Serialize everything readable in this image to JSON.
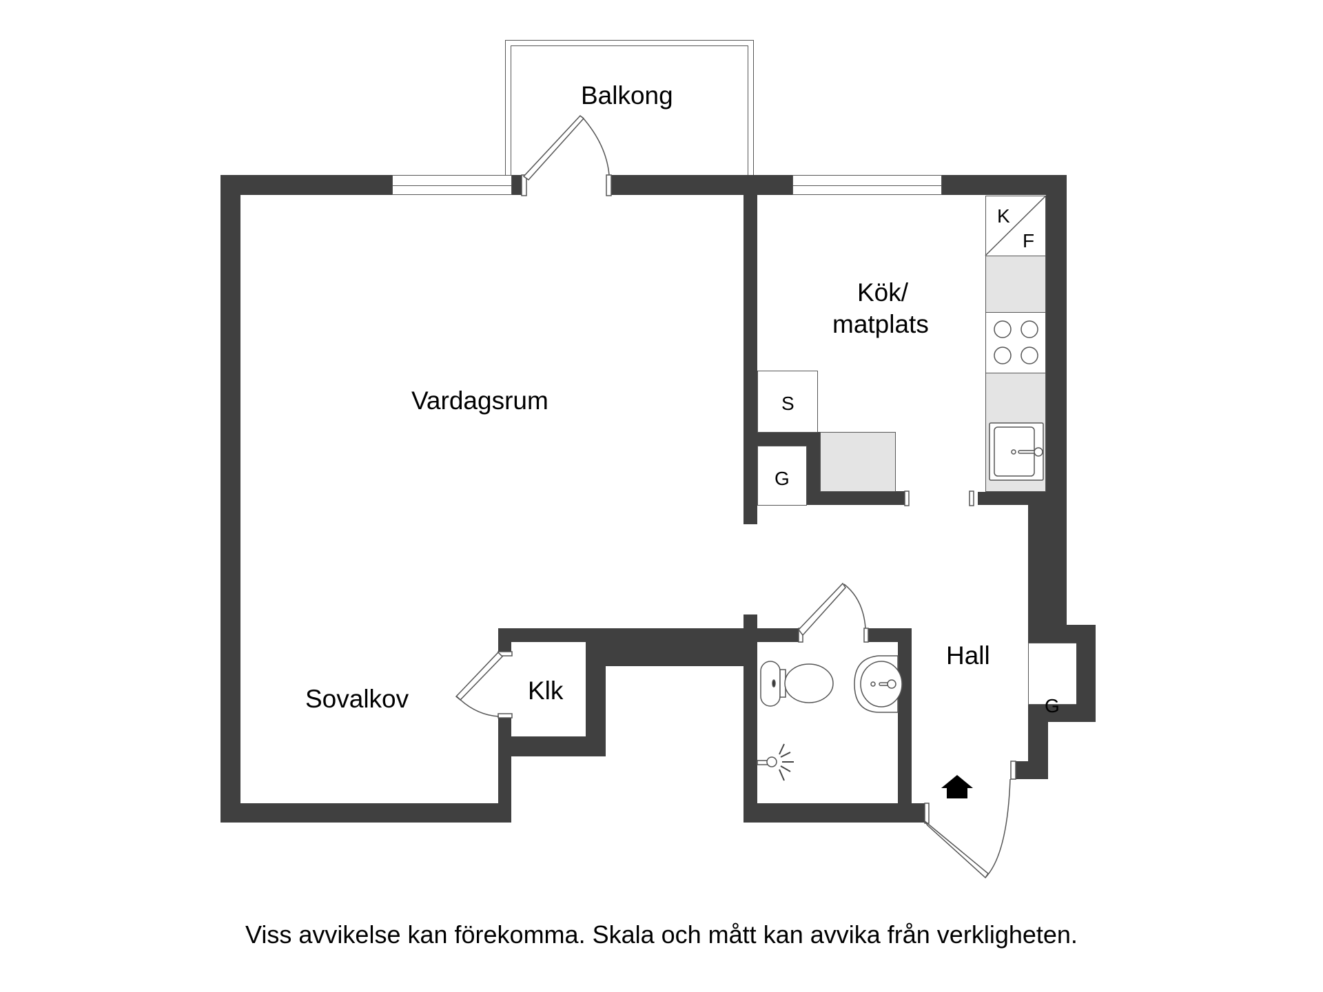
{
  "floorplan": {
    "rooms": {
      "balcony": "Balkong",
      "kitchen_line1": "Kök/",
      "kitchen_line2": "matplats",
      "living_room": "Vardagsrum",
      "sleeping_alcove": "Sovalkov",
      "closet": "Klk",
      "hall": "Hall"
    },
    "fixtures": {
      "fridge_label": "K",
      "freezer_label": "F",
      "storage_label": "S",
      "wardrobe_kitchen_label": "G",
      "wardrobe_hall_label": "G"
    },
    "icons": [
      "door-swing-icon",
      "window-icon",
      "stove-icon",
      "sink-icon",
      "toilet-icon",
      "washbasin-icon",
      "shower-icon",
      "entrance-arrow-icon"
    ],
    "colors": {
      "wall": "#404040",
      "counter": "#e4e4e4",
      "background": "#ffffff"
    }
  },
  "footer": {
    "disclaimer": "Viss avvikelse kan förekomma. Skala och mått kan avvika från verkligheten."
  }
}
